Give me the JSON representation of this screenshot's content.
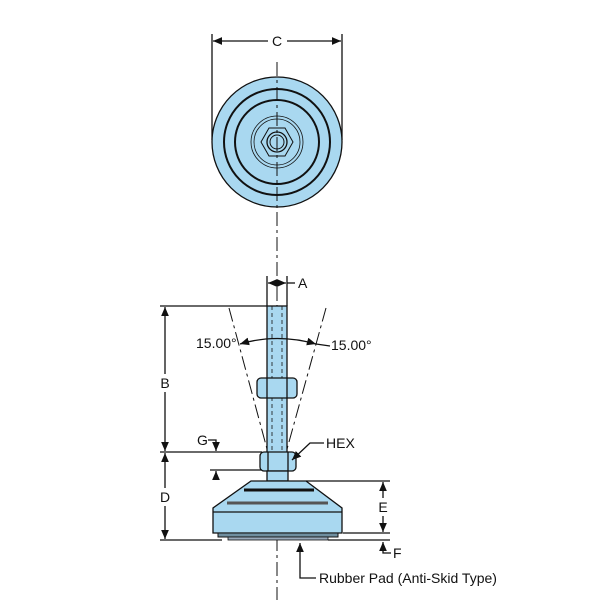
{
  "labels": {
    "c": "C",
    "a": "A",
    "b": "B",
    "d": "D",
    "e": "E",
    "f": "F",
    "g": "G",
    "hex": "HEX",
    "angle_left": "15.00°",
    "angle_right": "15.00°",
    "rubber_pad": "Rubber Pad (Anti-Skid Type)"
  },
  "colors": {
    "part_fill": "#a9d8f0",
    "line": "#111111"
  }
}
